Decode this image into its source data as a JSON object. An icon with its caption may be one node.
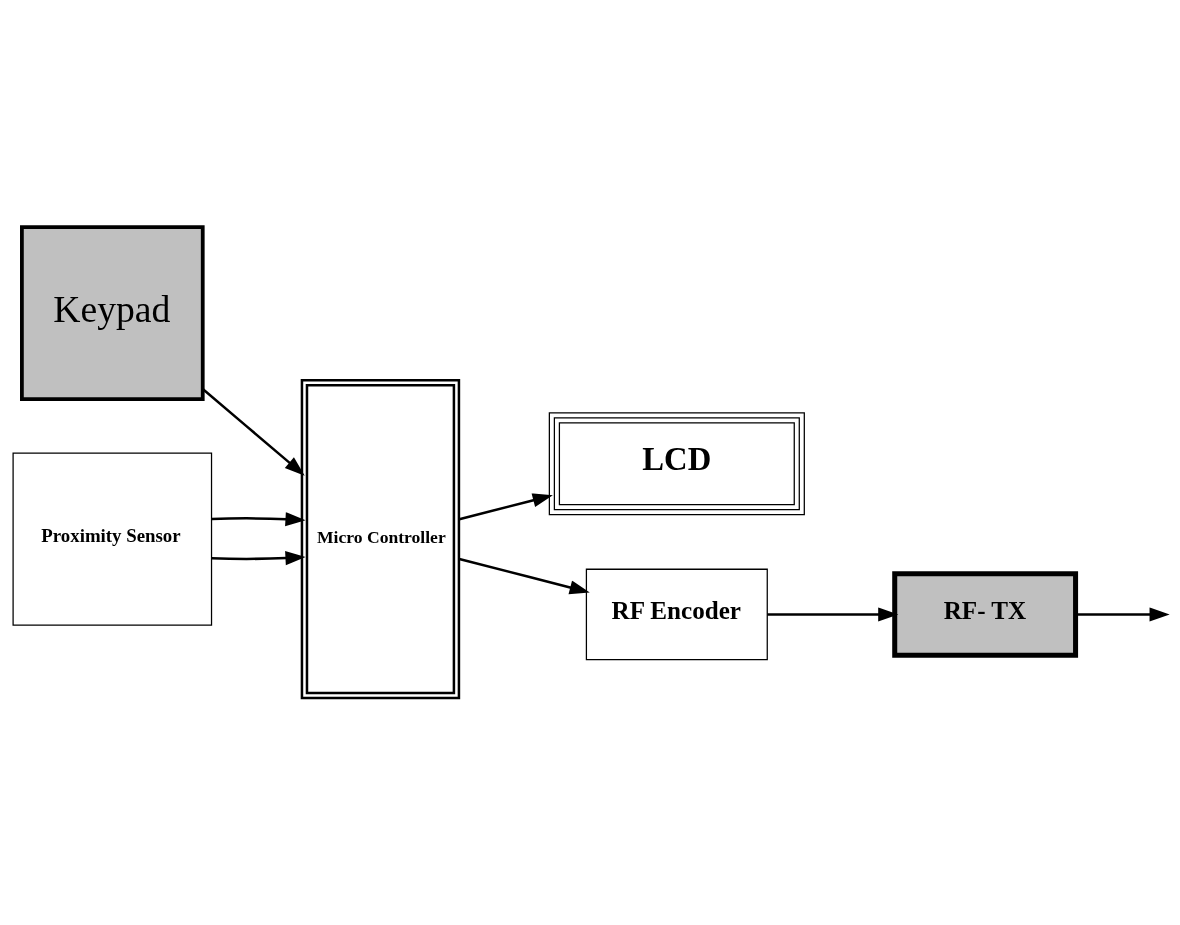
{
  "diagram": {
    "nodes": [
      {
        "text": [
          "LCD"
        ]
      },
      {
        "text": [
          "Keypad"
        ]
      },
      {
        "text": [
          "Micro Controller"
        ]
      },
      {
        "text": [
          "RF Encoder"
        ]
      },
      {
        "text": [
          "RF- TX"
        ]
      },
      {
        "text": [
          "Proximity Sensor"
        ]
      }
    ],
    "edges": [
      {
        "from": 2,
        "to": 0,
        "arrow": "to"
      },
      {
        "from": 1,
        "to": 2,
        "arrow": "to"
      },
      {
        "from": 2,
        "to": 3,
        "arrow": "to"
      },
      {
        "from": 3,
        "to": 4,
        "arrow": "to"
      },
      {
        "from": 5,
        "to": 2,
        "arrow": "to"
      },
      {
        "from": 5,
        "to": 2,
        "arrow": "to"
      },
      {
        "from": 4,
        "to": null,
        "arrow": "to"
      }
    ]
  }
}
